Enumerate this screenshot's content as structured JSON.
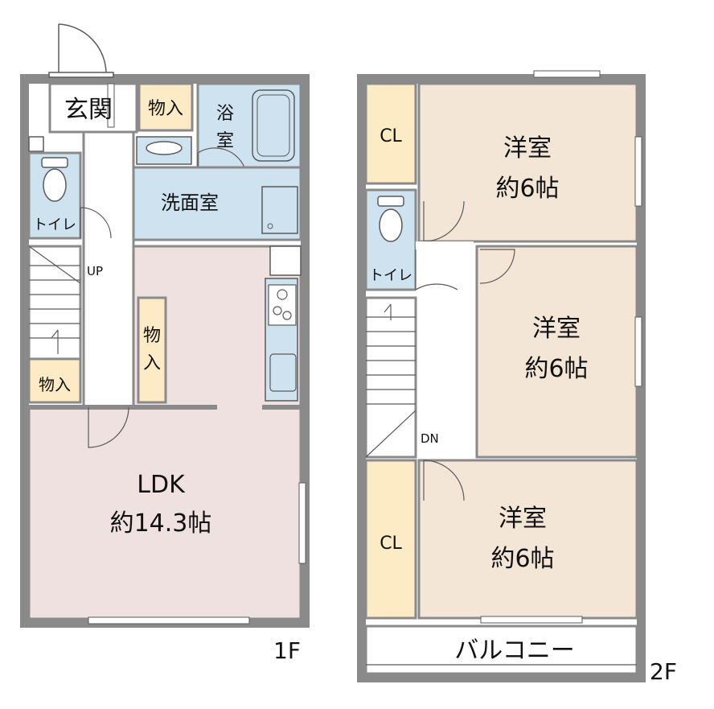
{
  "colors": {
    "wall": "#8a8a8a",
    "ldk": "#f0e1e1",
    "bedroom": "#f3e6d6",
    "storage": "#fcebc4",
    "wet": "#cfe2f0",
    "line": "#5a5a5a"
  },
  "floor1": {
    "floor_label": "1F",
    "genkan": "玄関",
    "storage_top": "物入",
    "bath_line1": "浴",
    "bath_line2": "室",
    "washroom": "洗面室",
    "toilet": "トイレ",
    "stair_up": "UP",
    "storage_mid_line1": "物",
    "storage_mid_line2": "入",
    "storage_low": "物入",
    "ldk_name": "LDK",
    "ldk_size": "約14.3帖"
  },
  "floor2": {
    "floor_label": "2F",
    "closet_top": "CL",
    "closet_bottom": "CL",
    "toilet": "トイレ",
    "stair_down": "DN",
    "room_a_name": "洋室",
    "room_a_size": "約6帖",
    "room_b_name": "洋室",
    "room_b_size": "約6帖",
    "room_c_name": "洋室",
    "room_c_size": "約6帖",
    "balcony": "バルコニー"
  }
}
